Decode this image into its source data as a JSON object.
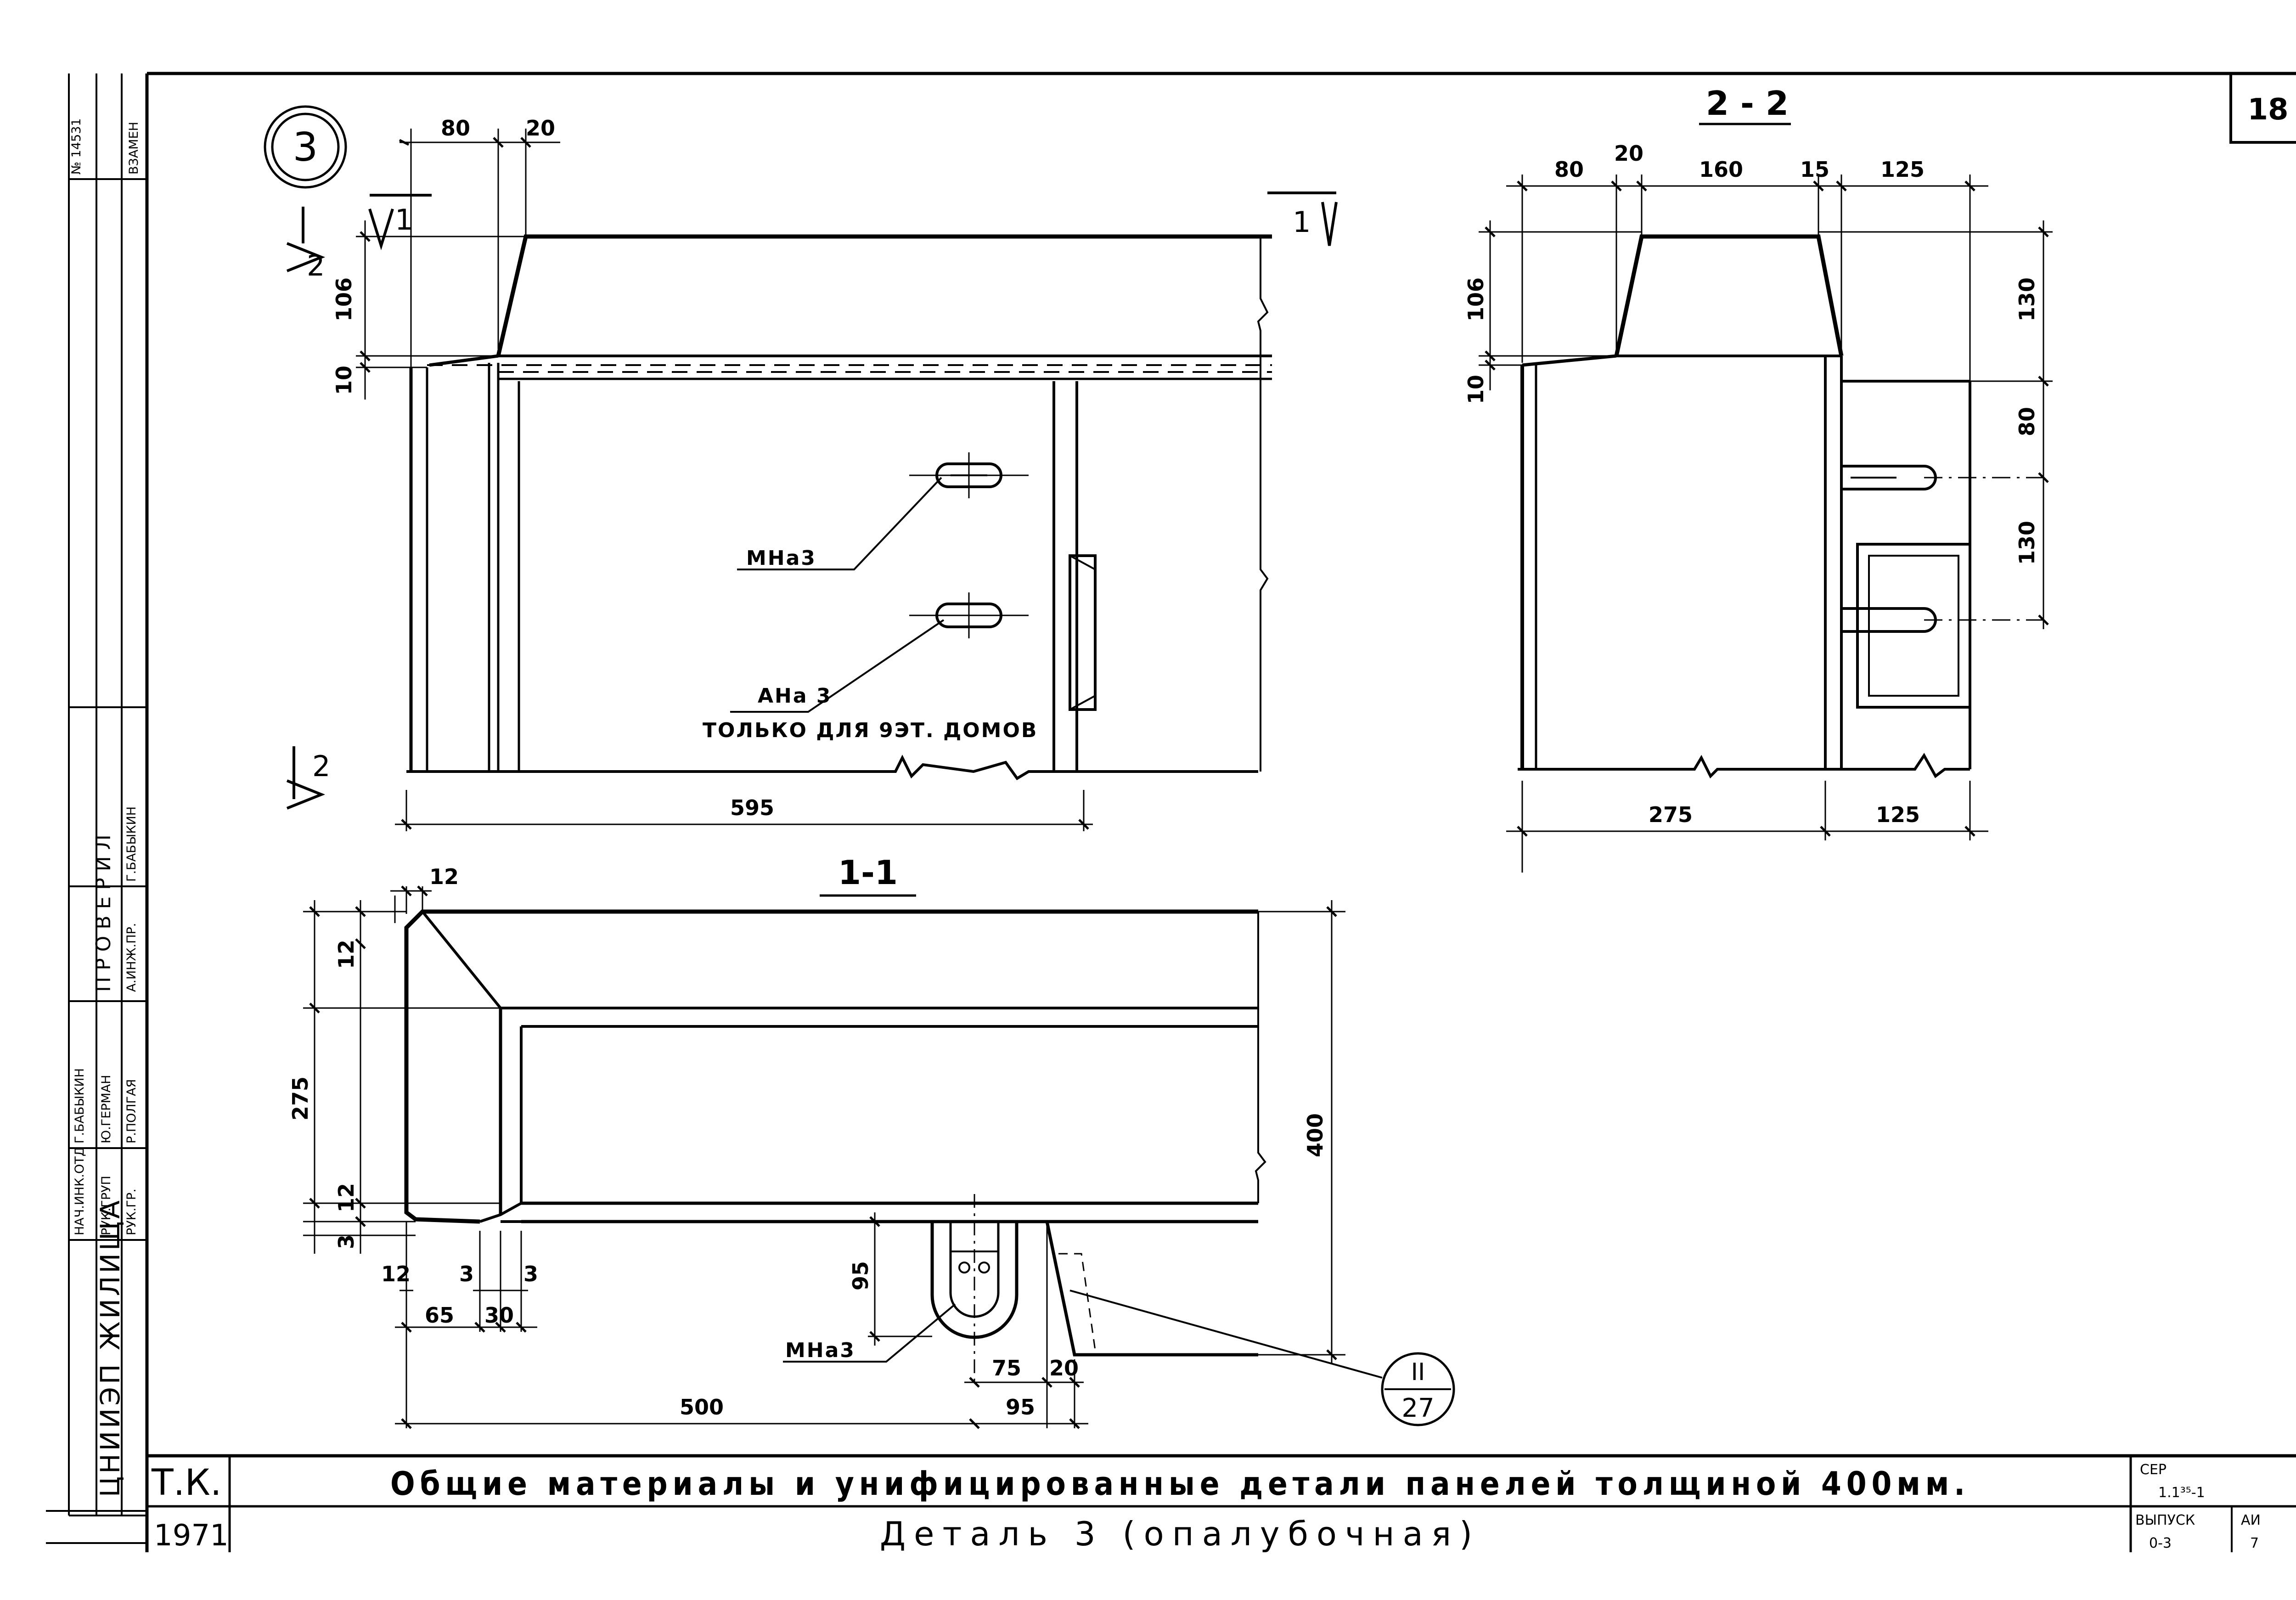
{
  "sheet_number": "18",
  "detail_marker": "3",
  "archive_no": "№ 14531",
  "archive_label": "ВЗАМЕН",
  "sections": {
    "s22": "2 - 2",
    "s11": "1-1",
    "cut1_left": "1",
    "cut1_right": "1",
    "cut2_top": "2",
    "cut2_bottom": "2"
  },
  "labels": {
    "mna_top": "МНа3",
    "ana": "АНа 3",
    "ana_note": "ТОЛЬКО ДЛЯ 9ЭТ. ДОМОВ",
    "mna_bottom": "МНа3"
  },
  "callout": {
    "top": "II",
    "bottom": "27"
  },
  "dims_elev": {
    "w80": "80",
    "w20": "20",
    "h106": "106",
    "h10": "10",
    "len595": "595"
  },
  "dims_22": {
    "w80": "80",
    "w20": "20",
    "w160": "160",
    "w15": "15",
    "w125": "125",
    "h106": "106",
    "h10": "10",
    "h130a": "130",
    "h80": "80",
    "h130b": "130",
    "b275": "275",
    "b125": "125"
  },
  "dims_11": {
    "w12": "12",
    "v12top": "12",
    "v275": "275",
    "v12bot": "12",
    "v3": "3",
    "h12": "12",
    "h3a": "3",
    "h3b": "3",
    "h65": "65",
    "h30": "30",
    "v95": "95",
    "h75": "75",
    "h20": "20",
    "h95": "95",
    "len500": "500",
    "v400": "400"
  },
  "stamp": {
    "nach": "НАЧ.ИНК.ОТД",
    "ruk": "РУК.ГРУП",
    "rukgr": "РУК.ГР.",
    "n1": "Г.БАБЫКИН",
    "n2": "Ю.ГЕРМАН",
    "n3": "Р.ПОЛГАЯ",
    "check_title": "П Р О В Е Р И Л",
    "check_role": "А.ИНЖ.ПР.",
    "check_name": "Г.БАБЫКИН",
    "org": "ЦНИИЭП ЖИЛИЩА"
  },
  "title_block": {
    "tk": "Т.К.",
    "year": "1971",
    "title": "Общие материалы и унифицированные детали панелей толщиной 400мм.",
    "subtitle": "Деталь  3  (опалубочная)",
    "ser_label": "СЕР",
    "ser_value": "1.1³⁵-1",
    "vyp_label": "ВЫПУСК",
    "vyp_value": "0-3",
    "al_label": "АИ",
    "al_value": "7"
  }
}
